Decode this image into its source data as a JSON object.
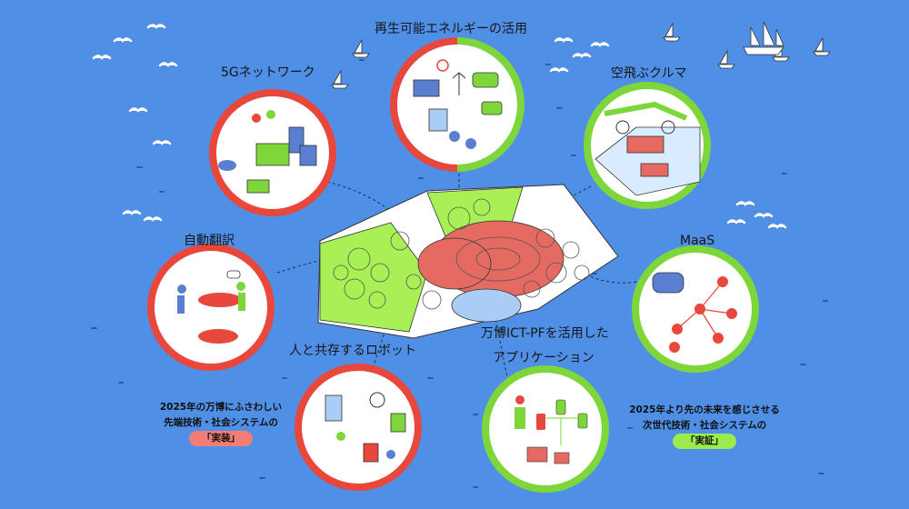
{
  "features": {
    "energy": "再生可能エネルギーの活用",
    "network5g": "5Gネットワーク",
    "flying_car": "空飛ぶクルマ",
    "translation": "自動翻訳",
    "maas": "MaaS",
    "robot": "人と共存するロボット",
    "app_line1": "万博ICT-PFを活用した",
    "app_line2": "アプリケーション"
  },
  "notes": {
    "left": {
      "line1": "2025年の万博にふさわしい",
      "line2": "先端技術・社会システムの",
      "highlight": "「実装」"
    },
    "right": {
      "line1": "2025年より先の未来を感じさせる",
      "line2": "次世代技術・社会システムの",
      "highlight": "「実証」"
    }
  },
  "colors": {
    "sea": "#4f8fe6",
    "ring_red": "#e8483c",
    "ring_green": "#7ed63a",
    "pill_red": "#f27d74",
    "pill_green": "#9cea4d",
    "site_green": "#a8f055",
    "site_red": "#e56b62",
    "site_blue": "#a9cdf5"
  },
  "icons": [
    "seagull-icon",
    "sailboat-icon"
  ]
}
